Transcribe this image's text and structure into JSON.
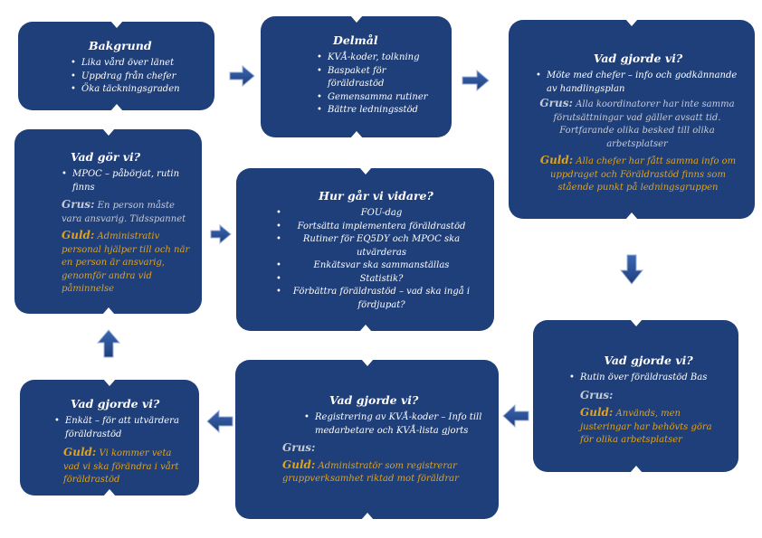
{
  "bakgrund": {
    "title": "Bakgrund",
    "items": [
      "Lika vård över länet",
      "Uppdrag från chefer",
      "Öka täckningsgraden"
    ]
  },
  "delmal": {
    "title": "Delmål",
    "items": [
      "KVÅ-koder, tolkning",
      "Baspaket för föräldrastöd",
      "Gemensamma rutiner",
      "Bättre ledningsstöd"
    ]
  },
  "vad_gjorde_1": {
    "title": "Vad gjorde vi?",
    "items": [
      "Möte med chefer – info och godkännande av handlingsplan"
    ],
    "grus_label": "Grus:",
    "grus_text": "Alla koordinatorer har inte samma förutsättningar vad gäller avsatt tid. Fortfarande olika besked till olika arbetsplatser",
    "guld_label": "Guld:",
    "guld_text": "Alla chefer har fått samma info om uppdraget och Föräldrastöd finns som stående punkt på ledningsgruppen"
  },
  "vad_gor": {
    "title": "Vad gör vi?",
    "items": [
      "MPOC – påbörjat, rutin finns"
    ],
    "grus_label": "Grus:",
    "grus_text": "En person måste vara ansvarig. Tidsspannet",
    "guld_label": "Guld:",
    "guld_text": "Administrativ personal hjälper till och när en person är ansvarig, genomför andra vid påminnelse"
  },
  "hur_gar": {
    "title": "Hur går vi vidare?",
    "items": [
      "FOU-dag",
      "Fortsätta implementera föräldrastöd",
      "Rutiner för EQ5DY och MPOC ska utvärderas",
      "Enkätsvar ska sammanställas",
      "Statistik?",
      "Förbättra föräldrastöd – vad ska ingå i fördjupat?"
    ]
  },
  "vad_gjorde_2": {
    "title": "Vad gjorde vi?",
    "items": [
      "Rutin över föräldrastöd Bas"
    ],
    "grus_label": "Grus:",
    "guld_label": "Guld:",
    "guld_text": "Används, men justeringar har behövts göra för olika arbetsplatser"
  },
  "vad_gjorde_3": {
    "title": "Vad gjorde vi?",
    "items": [
      "Registrering av KVÅ-koder – Info till medarbetare och KVÅ-lista gjorts"
    ],
    "grus_label": "Grus:",
    "guld_label": "Guld:",
    "guld_text": "Administratör som registrerar gruppverksamhet riktad mot föräldrar"
  },
  "vad_gjorde_4": {
    "title": "Vad gjorde vi?",
    "items": [
      "Enkät – för att utvärdera föräldrastöd"
    ],
    "guld_label": "Guld:",
    "guld_text": "Vi kommer veta vad vi ska förändra i vårt föräldrastöd"
  },
  "colors": {
    "box": "#1f3f7a",
    "arrow": "#2f5597",
    "grus": "#c5cbd6",
    "guld": "#e0a21b"
  }
}
